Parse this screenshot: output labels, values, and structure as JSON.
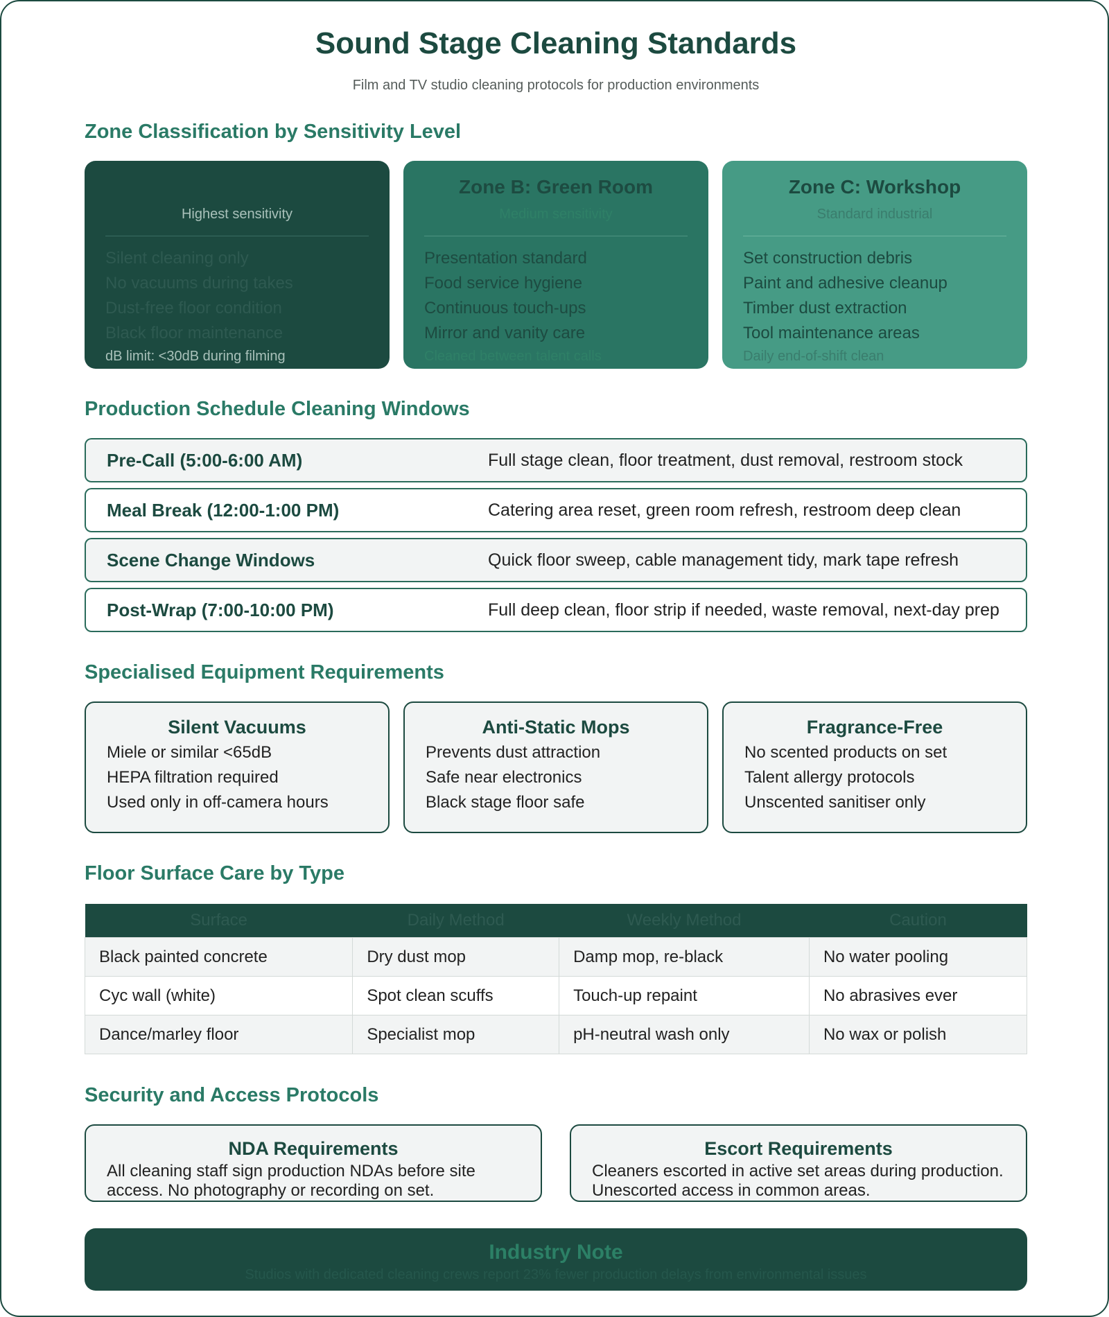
{
  "header": {
    "title": "Sound Stage Cleaning Standards",
    "subtitle": "Film and TV studio cleaning protocols for production environments"
  },
  "sections": {
    "zones": "Zone Classification by Sensitivity Level",
    "schedule": "Production Schedule Cleaning Windows",
    "equipment": "Specialised Equipment Requirements",
    "floors": "Floor Surface Care by Type",
    "security": "Security and Access Protocols"
  },
  "zones": [
    {
      "name": "",
      "sensitivity": "Highest sensitivity",
      "items": [
        "Silent cleaning only",
        "No vacuums during takes",
        "Dust-free floor condition",
        "Black floor maintenance"
      ],
      "footer": "dB limit: <30dB during filming"
    },
    {
      "name": "Zone B: Green Room",
      "sensitivity": "Medium sensitivity",
      "items": [
        "Presentation standard",
        "Food service hygiene",
        "Continuous touch-ups",
        "Mirror and vanity care"
      ],
      "footer": "Cleaned between talent calls"
    },
    {
      "name": "Zone C: Workshop",
      "sensitivity": "Standard industrial",
      "items": [
        "Set construction debris",
        "Paint and adhesive cleanup",
        "Timber dust extraction",
        "Tool maintenance areas"
      ],
      "footer": "Daily end-of-shift clean"
    }
  ],
  "schedule": [
    {
      "window": "Pre-Call (5:00-6:00 AM)",
      "tasks": "Full stage clean, floor treatment, dust removal, restroom stock"
    },
    {
      "window": "Meal Break (12:00-1:00 PM)",
      "tasks": "Catering area reset, green room refresh, restroom deep clean"
    },
    {
      "window": "Scene Change Windows",
      "tasks": "Quick floor sweep, cable management tidy, mark tape refresh"
    },
    {
      "window": "Post-Wrap (7:00-10:00 PM)",
      "tasks": "Full deep clean, floor strip if needed, waste removal, next-day prep"
    }
  ],
  "equipment": [
    {
      "name": "Silent Vacuums",
      "items": [
        "Miele or similar <65dB",
        "HEPA filtration required",
        "Used only in off-camera hours"
      ]
    },
    {
      "name": "Anti-Static Mops",
      "items": [
        "Prevents dust attraction",
        "Safe near electronics",
        "Black stage floor safe"
      ]
    },
    {
      "name": "Fragrance-Free",
      "items": [
        "No scented products on set",
        "Talent allergy protocols",
        "Unscented sanitiser only"
      ]
    }
  ],
  "floors": {
    "headers": [
      "Surface",
      "Daily Method",
      "Weekly Method",
      "Caution"
    ],
    "rows": [
      [
        "Black painted concrete",
        "Dry dust mop",
        "Damp mop, re-black",
        "No water pooling"
      ],
      [
        "Cyc wall (white)",
        "Spot clean scuffs",
        "Touch-up repaint",
        "No abrasives ever"
      ],
      [
        "Dance/marley floor",
        "Specialist mop",
        "pH-neutral wash only",
        "No wax or polish"
      ]
    ]
  },
  "security": [
    {
      "name": "NDA Requirements",
      "text": "All cleaning staff sign production NDAs before site access. No photography or recording on set."
    },
    {
      "name": "Escort Requirements",
      "text": "Cleaners escorted in active set areas during production. Unescorted access in common areas."
    }
  ],
  "note": {
    "title": "Industry Note",
    "text": "Studios with dedicated cleaning crews report 23% fewer production delays from environmental issues"
  }
}
